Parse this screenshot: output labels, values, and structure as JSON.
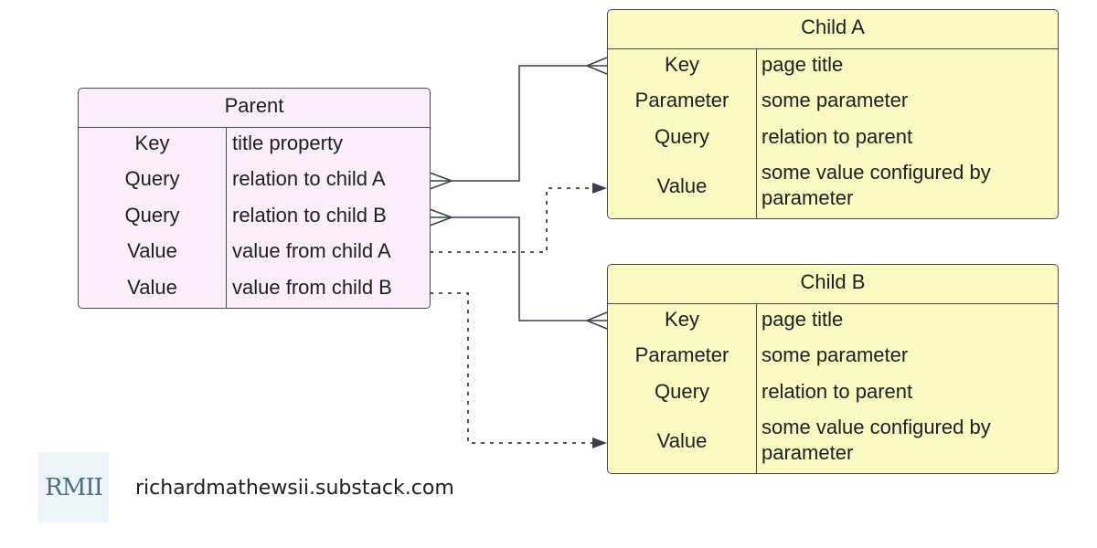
{
  "parent": {
    "title": "Parent",
    "rows": [
      {
        "key": "Key",
        "value": "title property"
      },
      {
        "key": "Query",
        "value": "relation to child A"
      },
      {
        "key": "Query",
        "value": "relation to child B"
      },
      {
        "key": "Value",
        "value": "value from child A"
      },
      {
        "key": "Value",
        "value": "value from child B"
      }
    ]
  },
  "child_a": {
    "title": "Child A",
    "rows": [
      {
        "key": "Key",
        "value": "page title"
      },
      {
        "key": "Parameter",
        "value": "some parameter"
      },
      {
        "key": "Query",
        "value": "relation to parent"
      },
      {
        "key": "Value",
        "value": "some value configured by parameter"
      }
    ]
  },
  "child_b": {
    "title": "Child B",
    "rows": [
      {
        "key": "Key",
        "value": "page title"
      },
      {
        "key": "Parameter",
        "value": "some parameter"
      },
      {
        "key": "Query",
        "value": "relation to parent"
      },
      {
        "key": "Value",
        "value": "some value configured by parameter"
      }
    ]
  },
  "footer": {
    "logo_text": "RMII",
    "url": "richardmathewsii.substack.com"
  },
  "colors": {
    "parent_fill": "#fdeefb",
    "child_fill": "#fafac3",
    "stroke": "#4a4a4a",
    "logo_bg": "#eef5f8",
    "logo_fg": "#4c6f7f"
  }
}
